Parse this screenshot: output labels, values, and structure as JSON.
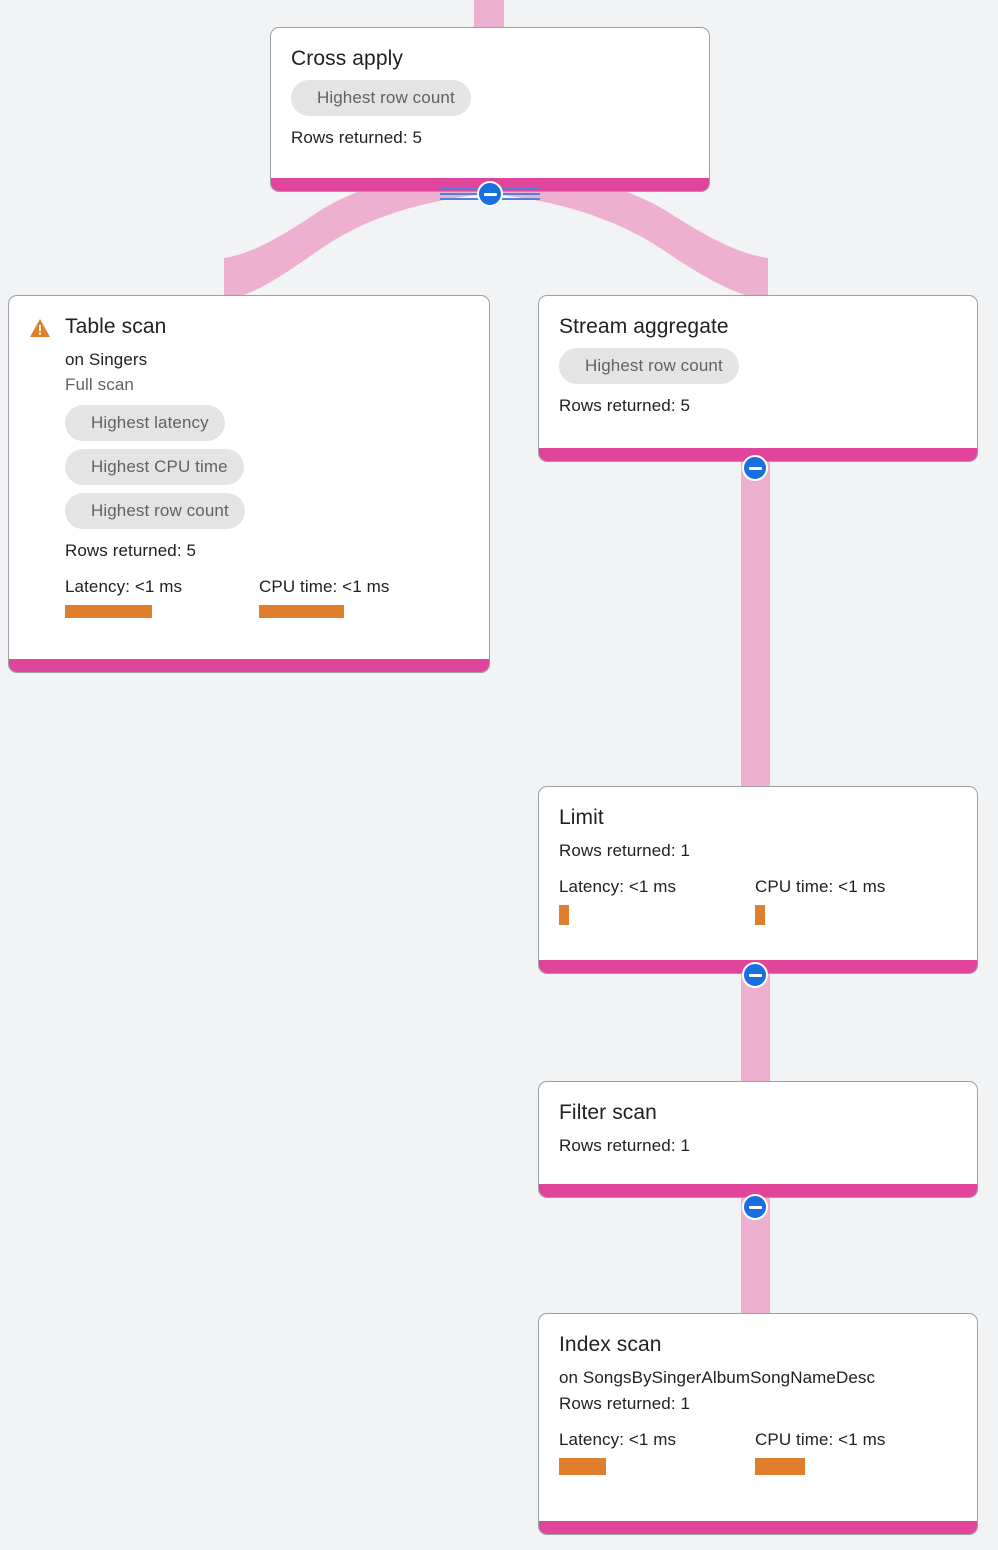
{
  "theme": {
    "background": "#f1f3f4",
    "edge_color": "#eeb0d0",
    "node_footer_color": "#e0459b",
    "metric_bar_color": "#df7f2e",
    "chip_background": "#e4e4e4",
    "collapse_button_color": "#1a6fe0",
    "warning_icon_color": "#df7f2e",
    "card_border_color": "#9aa0a6"
  },
  "labels": {
    "rows_returned_prefix": "Rows returned: ",
    "latency_prefix": "Latency: ",
    "cpu_prefix": "CPU time: ",
    "on_prefix": "on "
  },
  "nodes": {
    "cross_apply": {
      "title": "Cross apply",
      "chips": [
        "Highest row count"
      ],
      "rows_returned": "Rows returned: 5"
    },
    "table_scan": {
      "title": "Table scan",
      "warning": true,
      "target": "on Singers",
      "detail": "Full scan",
      "chips": [
        "Highest latency",
        "Highest CPU time",
        "Highest row count"
      ],
      "rows_returned": "Rows returned: 5",
      "latency": "Latency: <1 ms",
      "cpu_time": "CPU time: <1 ms"
    },
    "stream_aggregate": {
      "title": "Stream aggregate",
      "chips": [
        "Highest row count"
      ],
      "rows_returned": "Rows returned: 5"
    },
    "limit": {
      "title": "Limit",
      "rows_returned": "Rows returned: 1",
      "latency": "Latency: <1 ms",
      "cpu_time": "CPU time: <1 ms"
    },
    "filter_scan": {
      "title": "Filter scan",
      "rows_returned": "Rows returned: 1"
    },
    "index_scan": {
      "title": "Index scan",
      "target": "on SongsBySingerAlbumSongNameDesc",
      "rows_returned": "Rows returned: 1",
      "latency": "Latency: <1 ms",
      "cpu_time": "CPU time: <1 ms"
    }
  },
  "collapse_buttons": [
    {
      "name": "cross-apply",
      "state": "expanded",
      "glyph": "minus"
    },
    {
      "name": "stream-aggregate",
      "state": "expanded",
      "glyph": "minus"
    },
    {
      "name": "limit",
      "state": "expanded",
      "glyph": "minus"
    },
    {
      "name": "filter-scan",
      "state": "expanded",
      "glyph": "minus"
    }
  ]
}
